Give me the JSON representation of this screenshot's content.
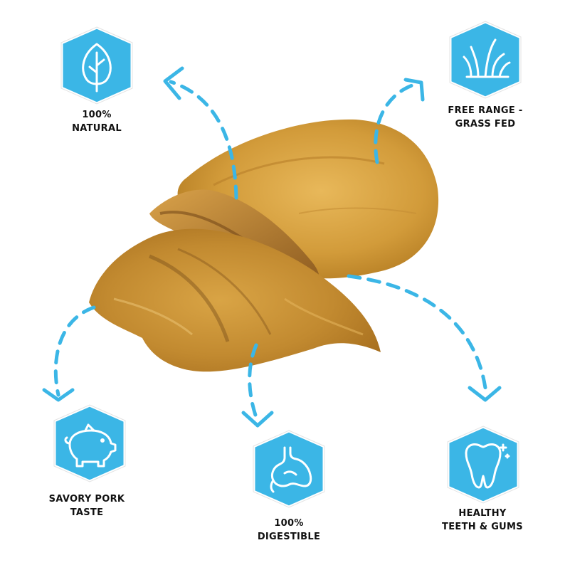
{
  "colors": {
    "accent": "#3bb6e6",
    "badge_border": "#ffffff",
    "arrow": "#3bb6e6",
    "text": "#111111",
    "chew_light": "#e0ad4e",
    "chew_mid": "#c98d2c",
    "chew_dark": "#8a5a1c"
  },
  "features": [
    {
      "icon": "leaf-icon",
      "lines": [
        "100%",
        "NATURAL"
      ]
    },
    {
      "icon": "grass-icon",
      "lines": [
        "FREE RANGE -",
        "GRASS FED"
      ]
    },
    {
      "icon": "pig-icon",
      "lines": [
        "SAVORY PORK",
        "TASTE"
      ]
    },
    {
      "icon": "stomach-icon",
      "lines": [
        "100%",
        "DIGESTIBLE"
      ]
    },
    {
      "icon": "tooth-icon",
      "lines": [
        "HEALTHY",
        "TEETH & GUMS"
      ]
    }
  ]
}
